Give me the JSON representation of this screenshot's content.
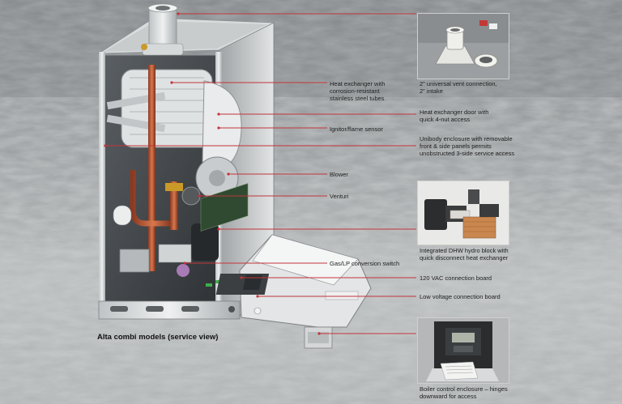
{
  "diagram": {
    "caption": "Alta combi models (service view)",
    "callouts": [
      {
        "id": "vent",
        "text": "2\" universal vent connection,\n2\" intake"
      },
      {
        "id": "heat-exchanger",
        "text": "Heat exchanger with\ncorrosion-resistant\nstainless steel tubes"
      },
      {
        "id": "hx-door",
        "text": "Heat exchanger door with\nquick 4-nut access"
      },
      {
        "id": "ignitor",
        "text": "Ignitor/flame sensor"
      },
      {
        "id": "enclosure",
        "text": "Unibody enclosure with removable\nfront & side panels permits\nunobstructed 3-side service access"
      },
      {
        "id": "blower",
        "text": "Blower"
      },
      {
        "id": "venturi",
        "text": "Venturi"
      },
      {
        "id": "dhw",
        "text": "Integrated DHW hydro block with\nquick disconnect heat exchanger"
      },
      {
        "id": "gas-switch",
        "text": "Gas/LP conversion switch"
      },
      {
        "id": "vac-board",
        "text": "120 VAC connection board"
      },
      {
        "id": "low-voltage",
        "text": "Low voltage connection board"
      },
      {
        "id": "control",
        "text": "Boiler control enclosure – hinges\ndownward for access"
      }
    ]
  }
}
